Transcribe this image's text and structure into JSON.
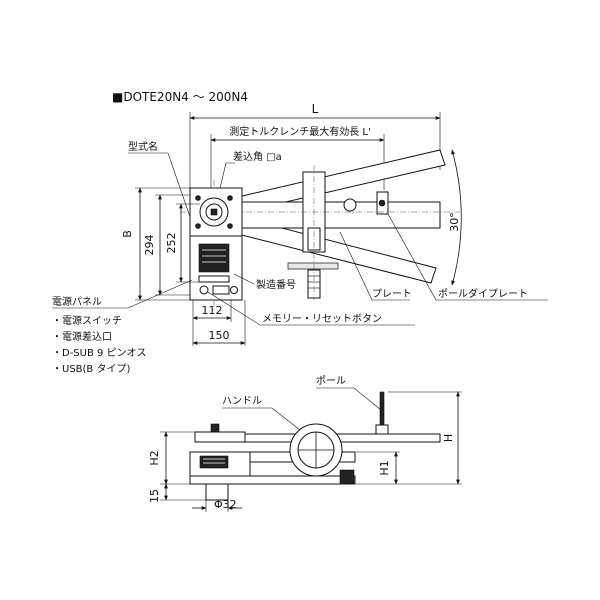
{
  "header": {
    "model_range": "■DOTE20N4 ～ 200N4"
  },
  "top_view": {
    "dim_L": "L",
    "dim_L_prime": "測定トルクレンチ最大有効長 L'",
    "dim_B": "B",
    "dim_294": "294",
    "dim_252": "252",
    "dim_112": "112",
    "dim_150": "150",
    "angle": "30°",
    "sq_drive": "差込角 □a",
    "model_name": "型式名",
    "serial_no": "製造番号",
    "plate": "プレート",
    "pole_die_plate": "ポールダイプレート",
    "memory_reset": "メモリー・リセットボタン"
  },
  "power_panel": {
    "title": "電源パネル",
    "items": [
      "・電源スイッチ",
      "・電源差込口",
      "・D-SUB 9 ピンオス",
      "・USB(B タイプ)"
    ]
  },
  "side_view": {
    "pole": "ポール",
    "handle": "ハンドル",
    "dim_H": "H",
    "dim_H1": "H1",
    "dim_H2": "H2",
    "dim_15": "15",
    "dim_phi32": "Φ32"
  },
  "colors": {
    "line": "#111111",
    "fill_dark": "#222222",
    "background": "#ffffff"
  }
}
